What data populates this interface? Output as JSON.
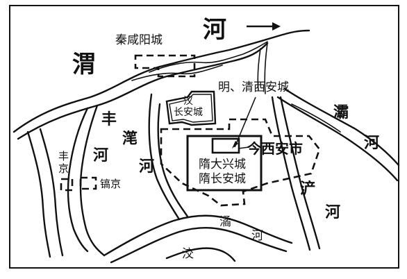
{
  "labels": {
    "wei_river": "渭",
    "he_top": "河",
    "qin_xianyang": "秦咸阳城",
    "han_changan": "汉\n长安城",
    "ming_qing": "明、清西安城",
    "jin_xian": "今西安市",
    "sui_daxing": "隋大兴城",
    "sui_changan": "隋长安城",
    "feng": "丰",
    "feng_he": "河",
    "jue": "滗",
    "jue_he": "河",
    "fengjing": "丰\n京",
    "haojing": "镐京",
    "ba_river": "灞",
    "ba_he": "河",
    "chan_river": "浐",
    "chan_he": "河",
    "xiao_river": "潏",
    "xiao_he": "河",
    "bottom_char": "洨"
  },
  "colors": {
    "ink": "#111111",
    "background": "#ffffff"
  }
}
